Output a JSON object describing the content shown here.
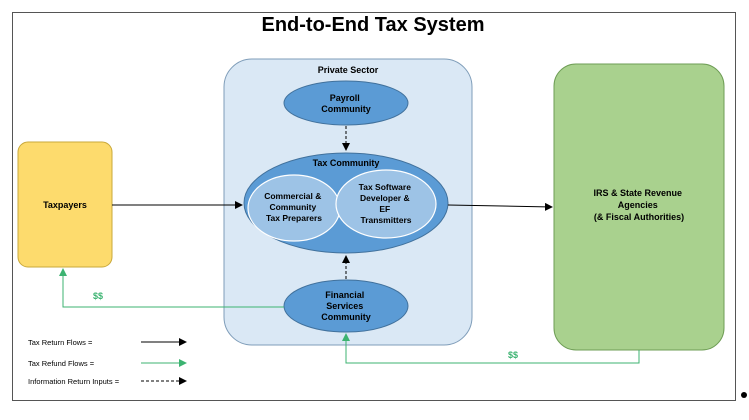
{
  "title": "End-to-End Tax System",
  "nodes": {
    "private_sector": "Private Sector",
    "taxpayers": "Taxpayers",
    "payroll": [
      "Payroll",
      "Community"
    ],
    "tax_community": "Tax Community",
    "preparers": [
      "Commercial &",
      "Community",
      "Tax Preparers"
    ],
    "software": [
      "Tax Software",
      "Developer &",
      "EF",
      "Transmitters"
    ],
    "financial": [
      "Financial",
      "Services",
      "Community"
    ],
    "irs": [
      "IRS & State Revenue",
      "Agencies",
      "(& Fiscal Authorities)"
    ]
  },
  "flow_labels": {
    "refund_to_taxpayers": "$$",
    "refund_from_irs": "$$"
  },
  "legend": {
    "tax_return": "Tax Return Flows =",
    "tax_refund": "Tax Refund Flows =",
    "info_return": "Information Return Inputs ="
  },
  "colors": {
    "taxpayers_fill": "#fddb6d",
    "private_sector_fill": "#dae8f5",
    "irs_fill": "#a9d18e",
    "ellipse_dark": "#5b9bd5",
    "ellipse_light": "#9dc3e6",
    "refund_line": "#3cb371"
  }
}
